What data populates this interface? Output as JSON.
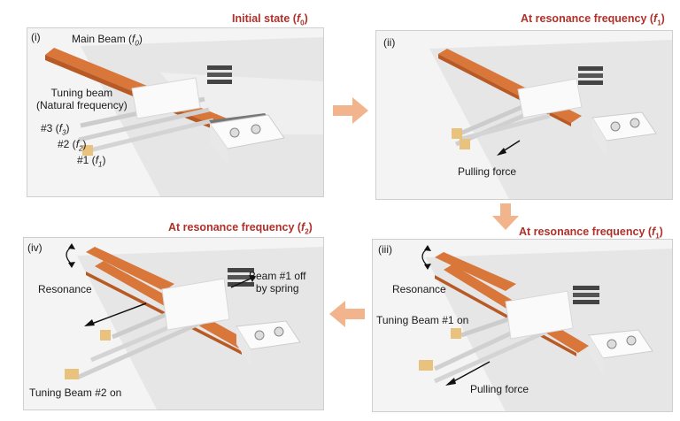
{
  "titles": {
    "p1_prefix": "Initial state (",
    "p1_var": "f",
    "p1_sub": "0",
    "p1_suffix": ")",
    "p2_prefix": "At resonance frequency (",
    "p2_var": "f",
    "p2_sub": "1",
    "p2_suffix": ")",
    "p3_prefix": "At resonance frequency (",
    "p3_var": "f",
    "p3_sub": "1",
    "p3_suffix": ")",
    "p4_prefix": "At resonance frequency (",
    "p4_var": "f",
    "p4_sub": "2",
    "p4_suffix": ")"
  },
  "panel_labels": {
    "p1": "(i)",
    "p2": "(ii)",
    "p3": "(iii)",
    "p4": "(iv)"
  },
  "p1": {
    "main_beam_prefix": "Main Beam (",
    "main_beam_var": "f",
    "main_beam_sub": "0",
    "main_beam_suffix": ")",
    "tuning_line1": "Tuning beam",
    "tuning_line2": "(Natural frequency)",
    "b3_prefix": "#3 (",
    "b3_var": "f",
    "b3_sub": "3",
    "b3_suffix": ")",
    "b2_prefix": "#2 (",
    "b2_var": "f",
    "b2_sub": "2",
    "b2_suffix": ")",
    "b1_prefix": "#1 (",
    "b1_var": "f",
    "b1_sub": "1",
    "b1_suffix": ")"
  },
  "p2": {
    "pulling_force": "Pulling force"
  },
  "p3": {
    "resonance": "Resonance",
    "tuning_on": "Tuning Beam #1 on",
    "pulling_force": "Pulling force"
  },
  "p4": {
    "resonance": "Resonance",
    "beam_off_line1": "Beam #1 off",
    "beam_off_line2": "by spring",
    "tuning_on": "Tuning Beam #2 on"
  },
  "colors": {
    "title_red": "#b0302a",
    "flow_arrow": "#f2b48c",
    "beam_orange": "#d9763a",
    "tip_mass": "#e9c27e"
  }
}
